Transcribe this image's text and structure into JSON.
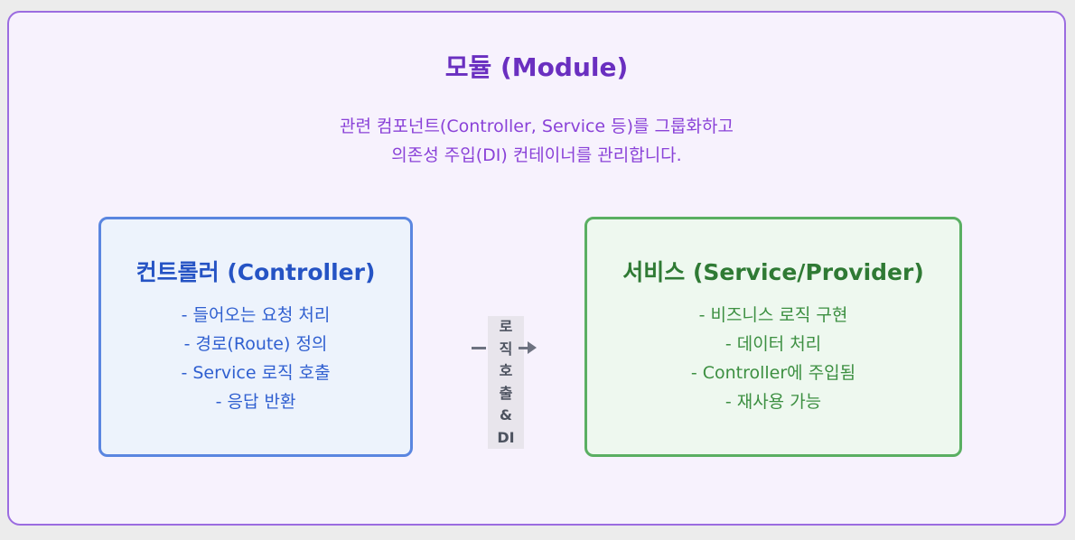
{
  "module": {
    "title": "모듈 (Module)",
    "description_line1": "관련 컴포넌트(Controller, Service 등)를 그룹화하고",
    "description_line2": "의존성 주입(DI) 컨테이너를 관리합니다."
  },
  "controller": {
    "title": "컨트롤러 (Controller)",
    "items": [
      "- 들어오는 요청 처리",
      "- 경로(Route) 정의",
      "- Service 로직 호출",
      "- 응답 반환"
    ]
  },
  "connector": {
    "label_chars": [
      "로",
      "직",
      "호",
      "출",
      "&",
      "DI"
    ]
  },
  "service": {
    "title": "서비스 (Service/Provider)",
    "items": [
      "- 비즈니스 로직 구현",
      "- 데이터 처리",
      "- Controller에 주입됨",
      "- 재사용 가능"
    ]
  },
  "colors": {
    "module_border": "#9b6ce0",
    "module_title": "#6a2fc0",
    "controller_border": "#5a86e0",
    "service_border": "#5aaf62",
    "arrow": "#6d7280"
  }
}
